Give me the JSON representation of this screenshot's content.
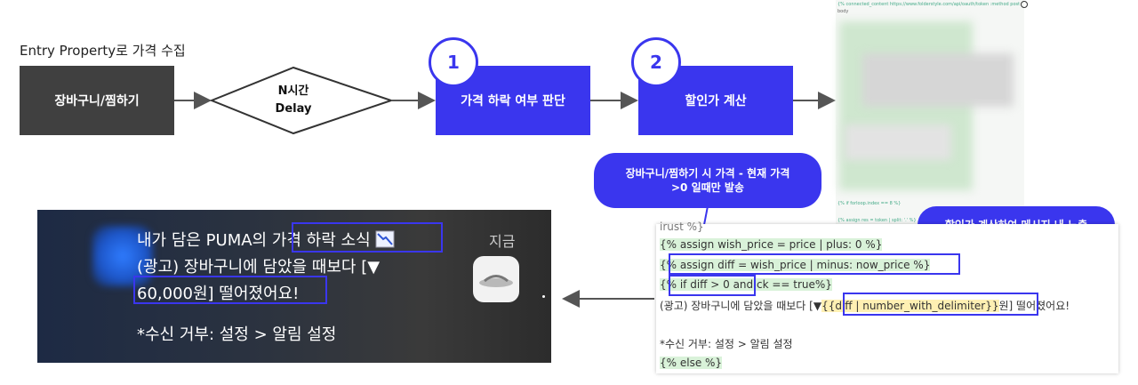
{
  "caption": "Entry Property로 가격 수집",
  "flow": {
    "start_box": "장바구니/찜하기",
    "delay_line1": "N시간",
    "delay_line2": "Delay",
    "step1_number": "1",
    "step1_label": "가격 하락 여부 판단",
    "step2_number": "2",
    "step2_label": "할인가 계산"
  },
  "callouts": {
    "condition_line1": "장바구니/찜하기 시 가격 - 현재 가격",
    "condition_line2": ">0 일때만 발송",
    "message": "할인가 계산하여 메시지 내 노출"
  },
  "blurred_code_snippets": {
    "line1": "{% connected_content https://www.folderstyle.com/api/oauth/token :method post",
    "line2": "body",
    "line3": "{% if forloop.index == 8 %}",
    "line4": "{% assign res = token | split: '.' %}"
  },
  "notification": {
    "line1_prefix": "내가 담은 PUMA의 ",
    "line1_highlight": "가격 하락 소식",
    "line2": "(광고) 장바구니에 담았을 때보다 [▼",
    "line3_highlight": "60,000원]",
    "line3_rest": " 떨어졌어요!",
    "line4": "*수신 거부: 설정 > 알림 설정",
    "time": "지금"
  },
  "code": {
    "line0": "irust %}",
    "line1": "{% assign wish_price = price | plus: 0 %}",
    "line2": "{% assign diff = wish_price | minus: now_price %}",
    "line3_a": "{% if  diff > 0 and ",
    "line3_b": "ck == true%}",
    "line4_prefix": "(광고) 장바구니에 담았을 때보다 [▼",
    "line4_highlight": "{{diff | number_with_delimiter}}",
    "line4_suffix": "원] 떨어졌어요!",
    "line5": "*수신 거부: 설정 > 알림 설정",
    "line6": "{% else %}"
  },
  "colors": {
    "accent": "#3a36ee",
    "dark_box": "#404040"
  }
}
